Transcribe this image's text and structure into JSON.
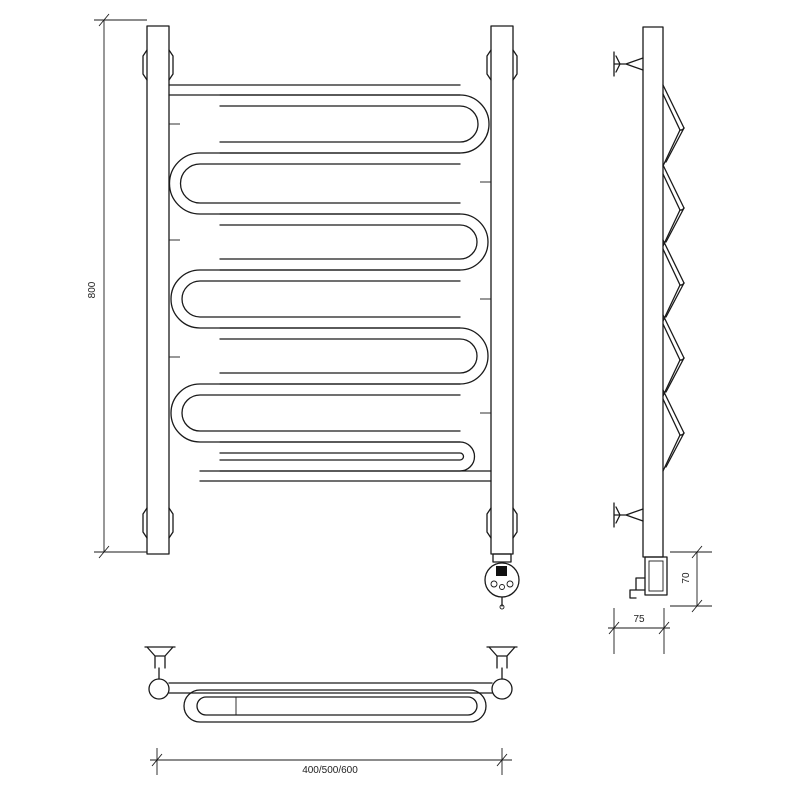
{
  "dimensions": {
    "height_label": "800",
    "width_label": "400/500/600",
    "depth_label": "75",
    "bottom_offset_label": "70"
  }
}
